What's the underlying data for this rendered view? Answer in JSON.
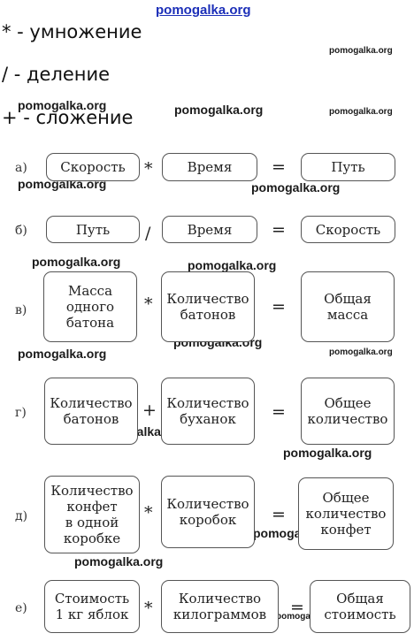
{
  "watermark": "pomogalka.org",
  "legend": {
    "mult": "* - умножение",
    "div": "/ - деление",
    "add": "+ - сложение"
  },
  "rows": [
    {
      "label": "а)",
      "left": "Скорость",
      "op": "*",
      "middle": "Время",
      "eq": "=",
      "right": "Путь"
    },
    {
      "label": "б)",
      "left": "Путь",
      "op": "/",
      "middle": "Время",
      "eq": "=",
      "right": "Скорость"
    },
    {
      "label": "в)",
      "left": "Масса\nодного\nбатона",
      "op": "*",
      "middle": "Количество\nбатонов",
      "eq": "=",
      "right": "Общая\nмасса"
    },
    {
      "label": "г)",
      "left": "Количество\nбатонов",
      "op": "+",
      "middle": "Количество\nбуханок",
      "eq": "=",
      "right": "Общее\nколичество"
    },
    {
      "label": "д)",
      "left": "Количество\nконфет\nв одной\nкоробке",
      "op": "*",
      "middle": "Количество\nкоробок",
      "eq": "=",
      "right": "Общее\nколичество\nконфет"
    },
    {
      "label": "е)",
      "left": "Стоимость\n1 кг яблок",
      "op": "*",
      "middle": "Количество\nкилограммов",
      "eq": "=",
      "right": "Общая\nстоимость"
    }
  ]
}
